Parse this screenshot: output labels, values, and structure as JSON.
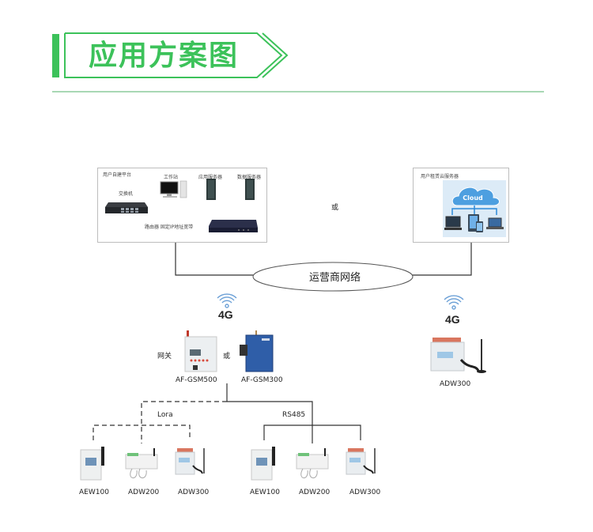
{
  "header": {
    "title": "应用方案图",
    "accent_color": "#3cc25a"
  },
  "platform_self_built": {
    "title": "用户自建平台",
    "switch_label": "交换机",
    "workstation_label": "工作站",
    "app_server_label": "应用服务器",
    "data_server_label": "数据服务器",
    "router_label": "路由器 固定IP地址宽带"
  },
  "or_label_top": "或",
  "platform_cloud": {
    "title": "用户租赁云服务器",
    "cloud_label": "Cloud"
  },
  "network": {
    "label": "运营商网络"
  },
  "left_branch": {
    "signal": "4G",
    "gateway_label": "网关",
    "or_label": "或",
    "gateway_1": "AF-GSM500",
    "gateway_2": "AF-GSM300"
  },
  "right_branch": {
    "signal": "4G",
    "device": "ADW300"
  },
  "lora_group": {
    "label": "Lora",
    "devices": [
      "AEW100",
      "ADW200",
      "ADW300"
    ]
  },
  "rs485_group": {
    "label": "RS485",
    "devices": [
      "AEW100",
      "ADW200",
      "ADW300"
    ]
  }
}
